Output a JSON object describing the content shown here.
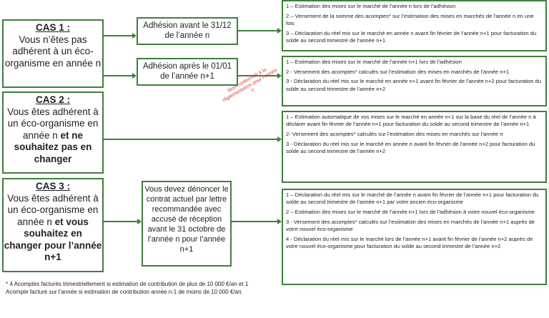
{
  "cases": [
    {
      "title": "CAS 1 :",
      "text": "Vous n’êtes pas adhérent à un éco-organisme en année n"
    },
    {
      "title": "CAS 2 :",
      "text": "Vous êtes adhérent à un éco-organisme en année n ",
      "bold": "et ne souhaitez pas en changer"
    },
    {
      "title": "CAS 3 :",
      "text": "Vous êtes adhérent à un éco-organisme en année n ",
      "bold": "et vous souhaitez en changer pour l’année n+1"
    }
  ],
  "middle": {
    "before": "Adhésion avant le 31/12 de l’année n",
    "after": "Adhésion après le 01/01 de l’année n+1",
    "cas3": "Vous devez dénoncer le contrat actuel par lettre recommandée avec accusé de réception avant le 31 octobre de l’année n pour l’année n+1"
  },
  "warning": "Non-conformité à la réglementation pour l’année n",
  "steps": [
    [
      "1 – Estimation des mises sur le marché de l’année n lors de l’adhésion",
      "2 – Versement de la somme des acomptes* sur l’estimation des mises en marchés de l’année n en une fois",
      "3 – Déclaration du réel mis sur le marché en année n avant fin février de l’année n+1 pour facturation du solde au second trimestre de l’année n+1"
    ],
    [
      "1 – Estimation des mises sur le marché de l’année n+1 lors de l’adhésion",
      "2 - Versement des acomptes* calculés sur l’estimation des mises en marchés de l’année n+1",
      "3 - Déclaration du réel mis sur le marché en année n+1 avant fin février de l’année n+2 pour facturation du solde au second trimestre de l’année n+2"
    ],
    [
      "1 – Estimation automatique de vos mises sur le marché en année n+1 sur la base du réel de l’année n à déclarer avant fin février de l’année n+1 pour facturation du solde au second trimestre de l’année n+1",
      "2- Versement des acomptes* calculés sur l’estimation des mises en marchés sur l’année n",
      "3 - Déclaration du réel mis sur le marché en année n avant fin février de l’année n+2 pour facturation du solde au second trimestre de l’année n+2"
    ],
    [
      "1 – Déclaration du réel mis sur le marché de l’année n avant fin février de l’année n+1 pour facturation du solde au second trimestre de l’année n+1 par votre ancien éco-organisme",
      "2 – Estimation des mises sur le marché de l’année n+1 lors de l’adhésion à votre nouvel éco-organisme",
      "3 - Versement des acomptes* calculés sur l’estimation des mises en marchés de l’année n+1 auprès de votre nouvel éco-organisme",
      "4 - Déclaration du réel mis sur le marché lors de l’année n+1 avant fin février de l’année n+2 auprès de votre nouvel éco-organisme pour facturation du solde au second trimestre de l’année n+2"
    ]
  ],
  "footnote": "* 4 Acomptes facturés trimestriellement si estimation de contribution de plus de 10 000 €/an et 1 Acompte facturé sur l’année si estimation de contribution année n-1 de moins de 10 000 €/an."
}
